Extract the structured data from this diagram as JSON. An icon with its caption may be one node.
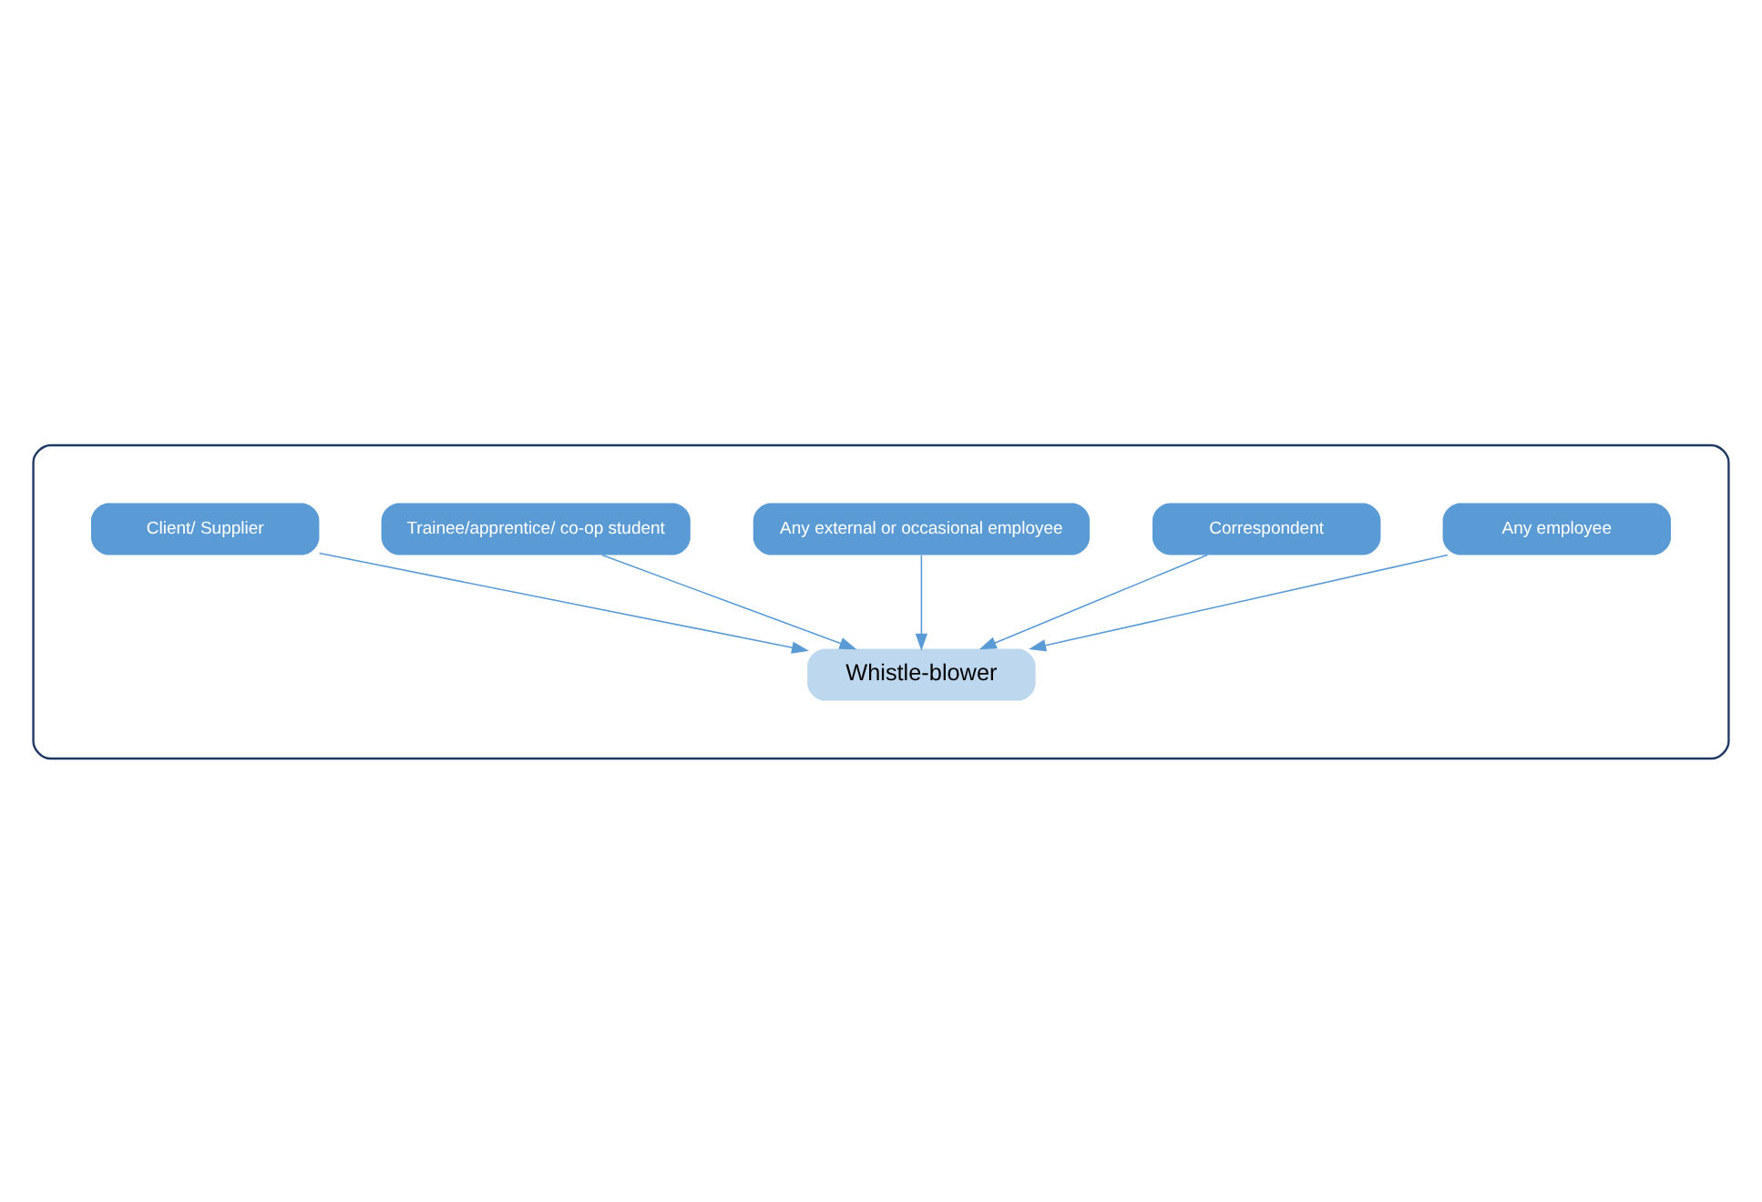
{
  "diagram": {
    "nodes": [
      {
        "text": [],
        "shape": "ellipse"
      },
      {
        "text": [
          "Any employee"
        ],
        "in": 0
      },
      {
        "text": [
          "Correspondent"
        ],
        "in": 0
      },
      {
        "text": [
          "Whistle-blower"
        ],
        "in": 0
      },
      {
        "text": [
          "Any external or occasional employee"
        ],
        "in": 0
      },
      {
        "text": [
          "Trainee/apprentice/ co-op student"
        ],
        "in": 0
      },
      {
        "text": [
          "Client/ Supplier"
        ],
        "in": 0
      }
    ],
    "edges": [
      {
        "from": 1,
        "to": 3,
        "arrow": "to"
      },
      {
        "from": 4,
        "to": 3,
        "arrow": "to"
      },
      {
        "from": 2,
        "to": 3,
        "arrow": "to"
      },
      {
        "from": 5,
        "to": 3,
        "arrow": "to"
      },
      {
        "from": 6,
        "to": 3,
        "arrow": "to"
      }
    ]
  }
}
